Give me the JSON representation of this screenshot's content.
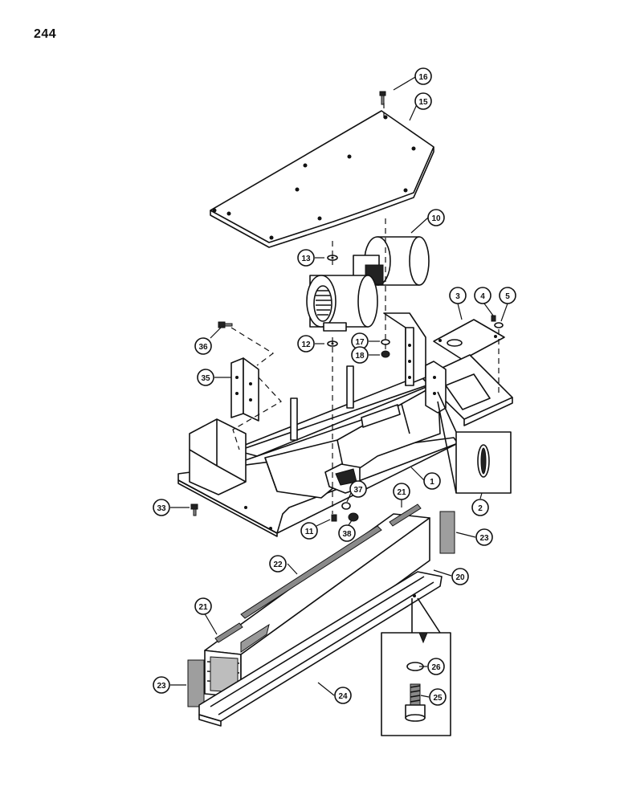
{
  "page_number": "244",
  "callouts": {
    "c16": "16",
    "c15": "15",
    "c10": "10",
    "c13": "13",
    "c3": "3",
    "c4": "4",
    "c5": "5",
    "c12": "12",
    "c17": "17",
    "c18": "18",
    "c36": "36",
    "c35": "35",
    "c1": "1",
    "c2": "2",
    "c33": "33",
    "c37": "37",
    "c11": "11",
    "c38": "38",
    "c21a": "21",
    "c23a": "23",
    "c22": "22",
    "c20": "20",
    "c21b": "21",
    "c26": "26",
    "c25": "25",
    "c23b": "23",
    "c24": "24"
  }
}
